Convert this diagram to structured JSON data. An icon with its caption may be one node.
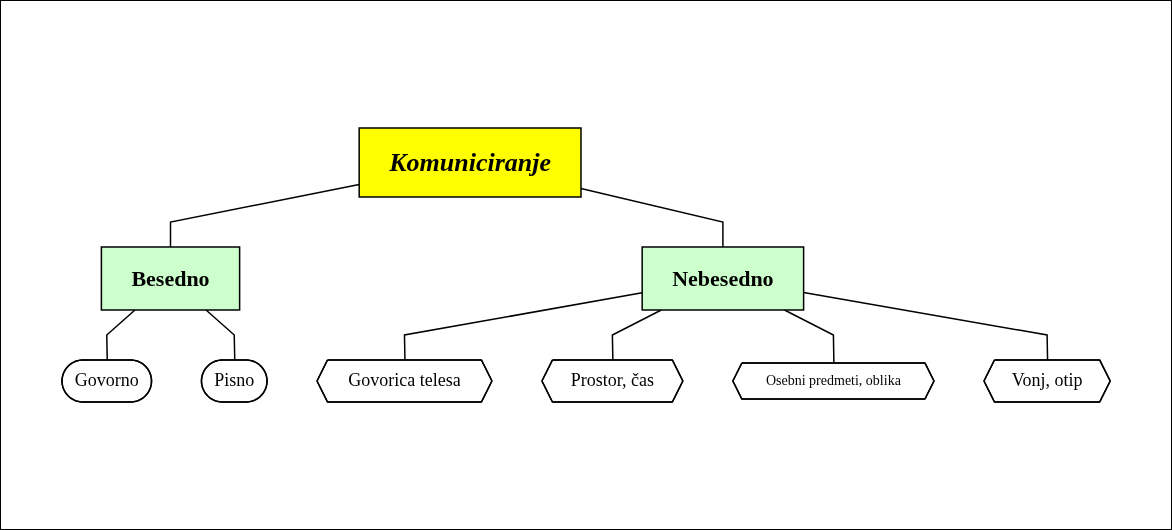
{
  "diagram": {
    "nodes": [
      {
        "text": [
          "Komuniciranje"
        ]
      },
      {
        "text": [
          "Besedno"
        ]
      },
      {
        "text": [
          "Nebesedno"
        ]
      },
      {
        "text": [
          "Govorno"
        ]
      },
      {
        "text": [
          "Pisno"
        ]
      },
      {
        "text": [
          "Govorica telesa"
        ]
      },
      {
        "text": [
          "Prostor, čas"
        ]
      },
      {
        "text": [
          "Osebni predmeti, oblika"
        ]
      },
      {
        "text": [
          "Vonj, otip"
        ]
      }
    ],
    "edges": [
      {
        "from": 0,
        "to": 1,
        "arrow": "none"
      },
      {
        "from": 0,
        "to": 2,
        "arrow": "none"
      },
      {
        "from": 1,
        "to": 3,
        "arrow": "none"
      },
      {
        "from": 1,
        "to": 4,
        "arrow": "none"
      },
      {
        "from": 2,
        "to": 5,
        "arrow": "none"
      },
      {
        "from": 2,
        "to": 6,
        "arrow": "none"
      },
      {
        "from": 2,
        "to": 7,
        "arrow": "none"
      },
      {
        "from": 2,
        "to": 8,
        "arrow": "none"
      }
    ]
  }
}
